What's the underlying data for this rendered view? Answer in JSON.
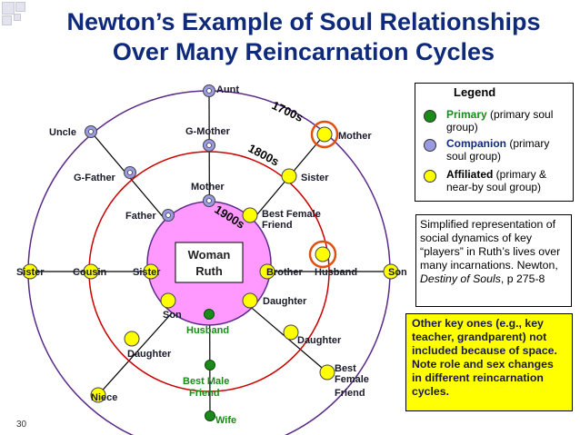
{
  "title": {
    "line1": "Newton’s Example of Soul Relationships",
    "line2": "Over Many Reincarnation Cycles"
  },
  "colors": {
    "title": "#0f2a7a",
    "primary": "#1a8a1a",
    "companion": "#8a8ad8",
    "affiliated": "#ffff00",
    "center": "#ff99ff",
    "ring_1800s": "#cc0000",
    "ring_1700s": "#5a2a8a"
  },
  "rings": {
    "r1700": "1700s",
    "r1800": "1800s",
    "r1900": "1900s"
  },
  "center": {
    "line1": "Woman",
    "line2": "Ruth"
  },
  "nodes": {
    "aunt": "Aunt",
    "gmother": "G-Mother",
    "mother_inner": "Mother",
    "uncle": "Uncle",
    "gfather": "G-Father",
    "father": "Father",
    "mother_outer": "Mother",
    "sister_upper": "Sister",
    "best_female_friend_l1": "Best Female",
    "best_female_friend_l2": "Friend",
    "sister_left": "Sister",
    "cousin": "Cousin",
    "sister_inner": "Sister",
    "brother": "Brother",
    "husband_right": "Husband",
    "son_right": "Son",
    "son_lower": "Son",
    "husband_green": "Husband",
    "daughter_inner": "Daughter",
    "daughter_left": "Daughter",
    "best_male_friend_l1": "Best Male",
    "best_male_friend_l2": "Friend",
    "daughter_right": "Daughter",
    "niece": "Niece",
    "wife": "Wife",
    "best_female_l1": "Best",
    "best_female_l2": "Female",
    "best_female_l3": "Friend"
  },
  "legend": {
    "title": "Legend",
    "primary_label": "Primary",
    "primary_rest": " (primary soul group)",
    "companion_label": "Companion",
    "companion_rest": " (primary soul group)",
    "affiliated_label": "Affiliated",
    "affiliated_rest": " (primary & near-by soul group)"
  },
  "note": {
    "text": "Simplified representation of social dynamics of key “players” in Ruth’s lives over many incarnations. Newton, ",
    "book": "Destiny of Souls",
    "pages": ", p 275-8"
  },
  "callout": {
    "text": "Other key ones (e.g., key teacher, grandparent) not included because of space. Note role and sex changes in different reincarnation cycles."
  },
  "page_number": "30"
}
